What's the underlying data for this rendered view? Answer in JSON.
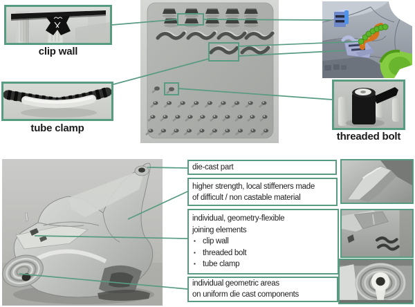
{
  "figure": {
    "top": {
      "clip_wall_label": "clip wall",
      "tube_clamp_label": "tube clamp",
      "threaded_bolt_label": "threaded bolt"
    },
    "callouts": {
      "die_cast": {
        "line1": "die-cast part"
      },
      "stiffeners": {
        "line1": "higher strength, local stiffeners made",
        "line2": "of difficult / non castable material"
      },
      "joining": {
        "line1": "individual, geometry-flexible",
        "line2": "joining elements",
        "bullets": {
          "b1": "clip wall",
          "b2": "threaded bolt",
          "b3": "tube clamp"
        },
        "bullet_marker": "▪"
      },
      "geometric": {
        "line1": "individual geometric areas",
        "line2": "on uniform die cast components"
      }
    },
    "colors": {
      "accent_green": "#579b80",
      "text": "#1c1c1c",
      "box_background": "#ffffff"
    }
  }
}
